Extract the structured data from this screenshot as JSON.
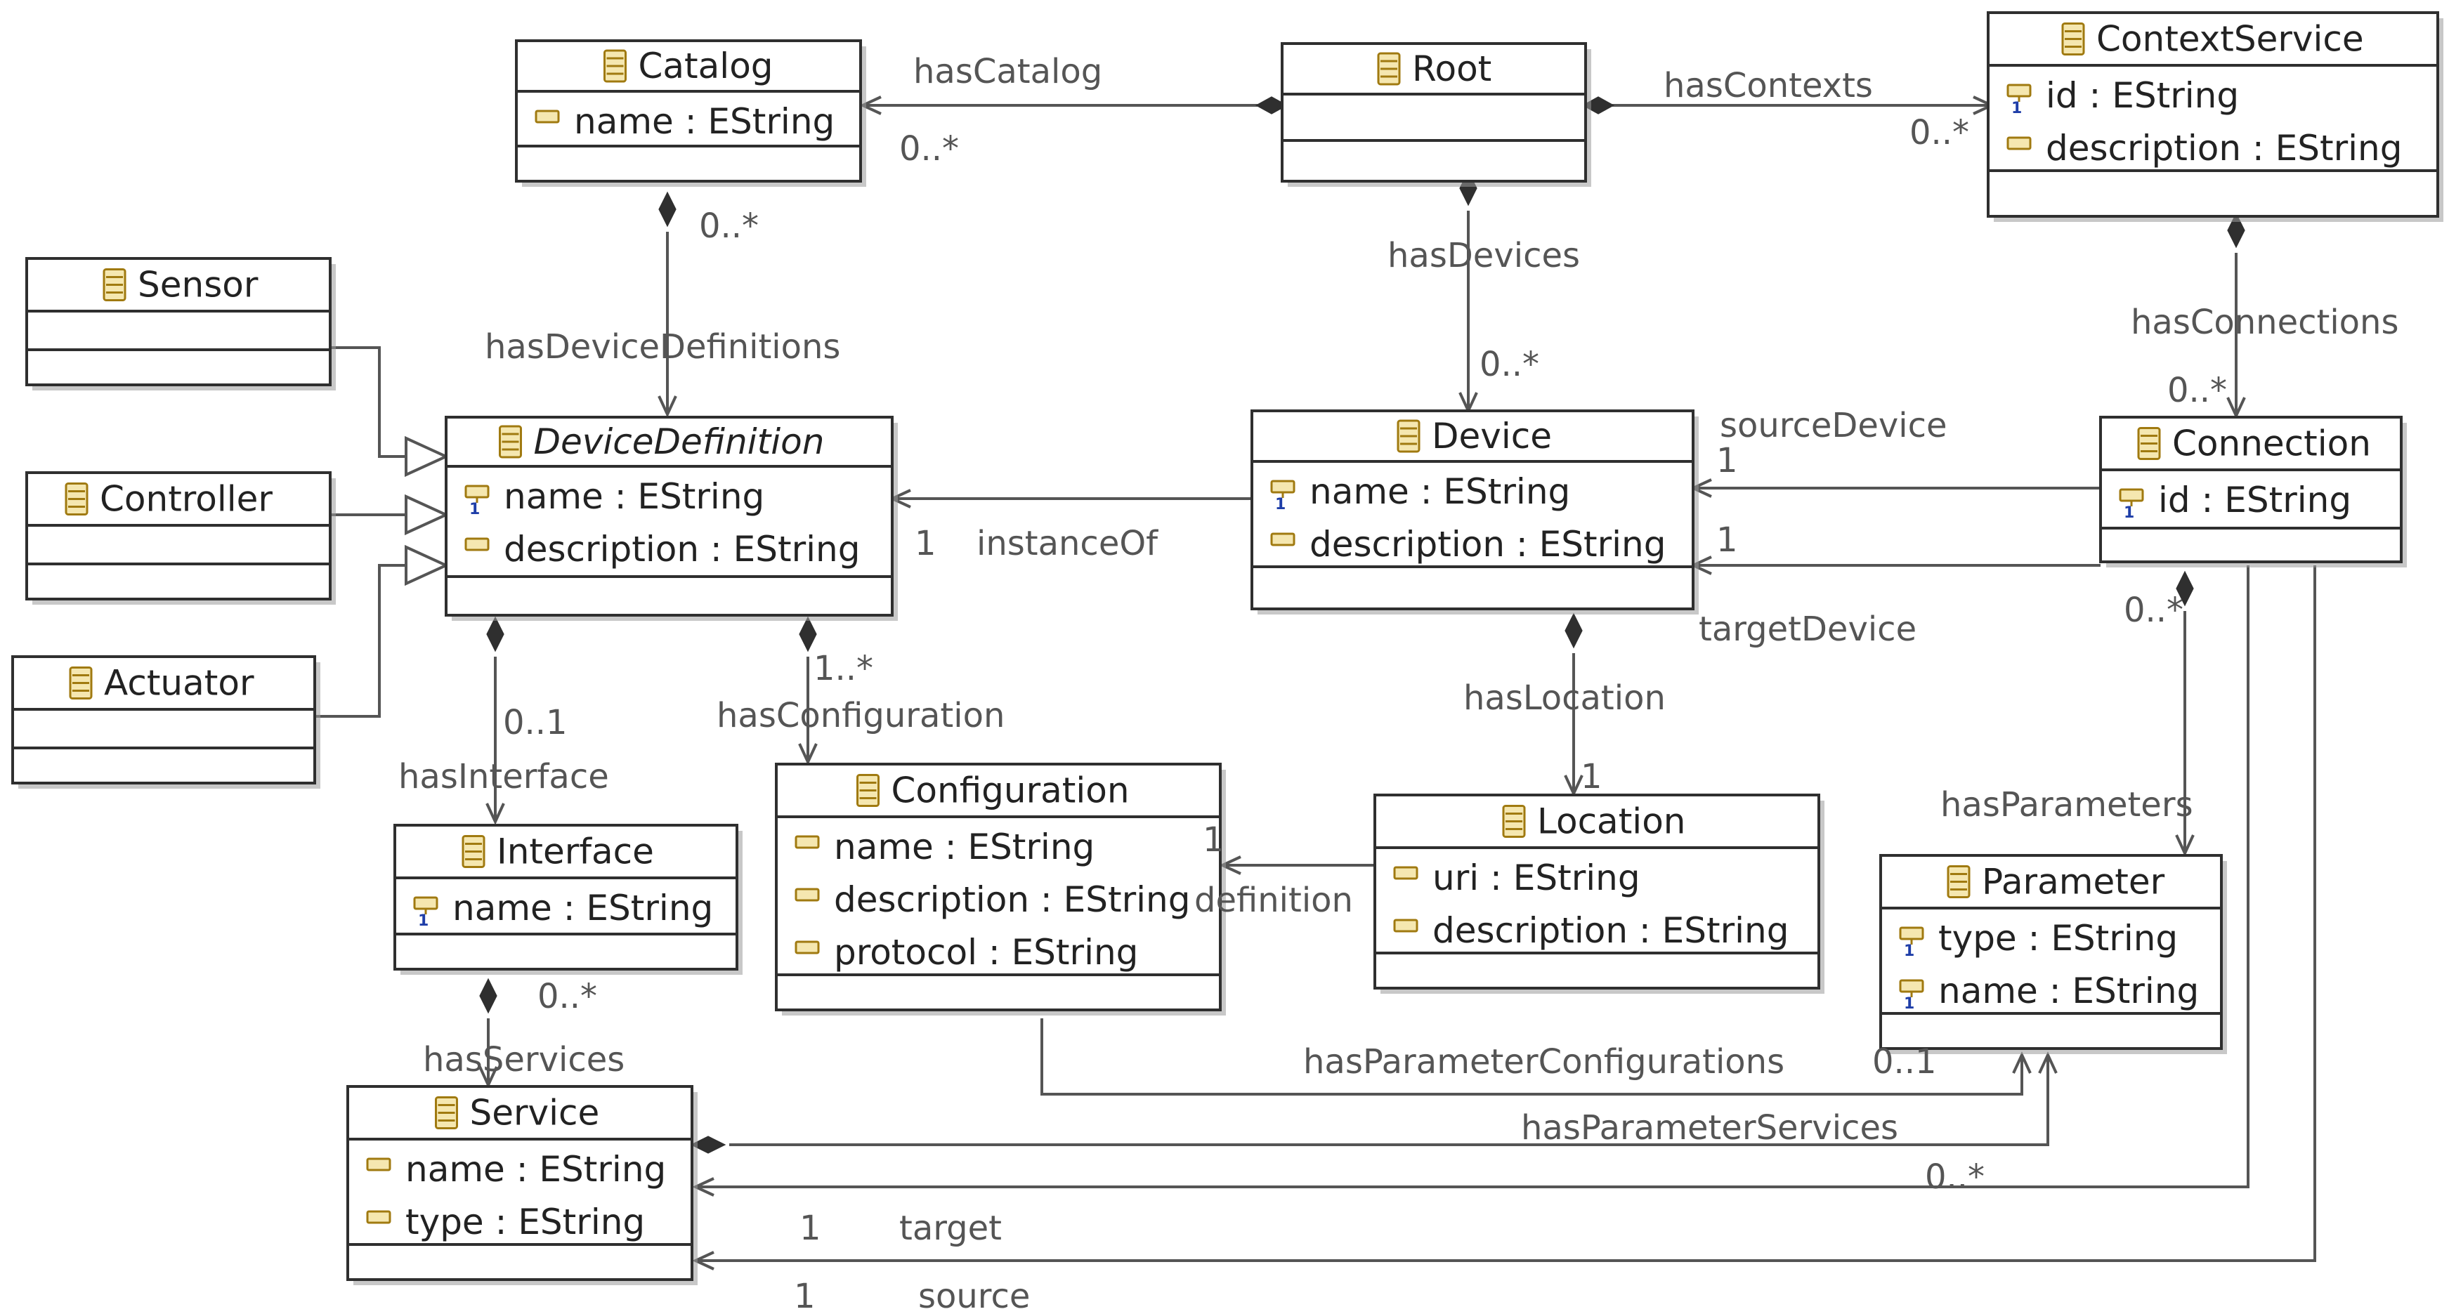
{
  "diagram": {
    "classes": [
      {
        "id": "catalog",
        "name": "Catalog",
        "abstract": false,
        "attributes": [
          {
            "text": "name : EString",
            "key": false
          }
        ]
      },
      {
        "id": "root",
        "name": "Root",
        "abstract": false,
        "attributes": []
      },
      {
        "id": "contextservice",
        "name": "ContextService",
        "abstract": false,
        "attributes": [
          {
            "text": "id : EString",
            "key": true
          },
          {
            "text": "description : EString",
            "key": false
          }
        ]
      },
      {
        "id": "sensor",
        "name": "Sensor",
        "abstract": false,
        "attributes": []
      },
      {
        "id": "controller",
        "name": "Controller",
        "abstract": false,
        "attributes": []
      },
      {
        "id": "actuator",
        "name": "Actuator",
        "abstract": false,
        "attributes": []
      },
      {
        "id": "devicedefinition",
        "name": "DeviceDefinition",
        "abstract": true,
        "attributes": [
          {
            "text": "name : EString",
            "key": true
          },
          {
            "text": "description : EString",
            "key": false
          }
        ]
      },
      {
        "id": "device",
        "name": "Device",
        "abstract": false,
        "attributes": [
          {
            "text": "name : EString",
            "key": true
          },
          {
            "text": "description : EString",
            "key": false
          }
        ]
      },
      {
        "id": "connection",
        "name": "Connection",
        "abstract": false,
        "attributes": [
          {
            "text": "id : EString",
            "key": true
          }
        ]
      },
      {
        "id": "interface",
        "name": "Interface",
        "abstract": false,
        "attributes": [
          {
            "text": "name : EString",
            "key": true
          }
        ]
      },
      {
        "id": "configuration",
        "name": "Configuration",
        "abstract": false,
        "attributes": [
          {
            "text": "name : EString",
            "key": false
          },
          {
            "text": "description : EString",
            "key": false
          },
          {
            "text": "protocol : EString",
            "key": false
          }
        ]
      },
      {
        "id": "location",
        "name": "Location",
        "abstract": false,
        "attributes": [
          {
            "text": "uri : EString",
            "key": false
          },
          {
            "text": "description : EString",
            "key": false
          }
        ]
      },
      {
        "id": "parameter",
        "name": "Parameter",
        "abstract": false,
        "attributes": [
          {
            "text": "type : EString",
            "key": true
          },
          {
            "text": "name : EString",
            "key": true
          }
        ]
      },
      {
        "id": "service",
        "name": "Service",
        "abstract": false,
        "attributes": [
          {
            "text": "name : EString",
            "key": false
          },
          {
            "text": "type : EString",
            "key": false
          }
        ]
      }
    ],
    "labels": [
      {
        "id": "hasCatalog",
        "text": "hasCatalog"
      },
      {
        "id": "hasCatalog-mult",
        "text": "0..*"
      },
      {
        "id": "hasContexts",
        "text": "hasContexts"
      },
      {
        "id": "hasContexts-mult",
        "text": "0..*"
      },
      {
        "id": "hasDeviceDefinitions-mult",
        "text": "0..*"
      },
      {
        "id": "hasDeviceDefinitions",
        "text": "hasDeviceDefinitions"
      },
      {
        "id": "hasDevices",
        "text": "hasDevices"
      },
      {
        "id": "hasDevices-mult",
        "text": "0..*"
      },
      {
        "id": "hasConnections",
        "text": "hasConnections"
      },
      {
        "id": "hasConnections-mult",
        "text": "0..*"
      },
      {
        "id": "sourceDevice",
        "text": "sourceDevice"
      },
      {
        "id": "sourceDevice-mult",
        "text": "1"
      },
      {
        "id": "targetDevice-mult",
        "text": "1"
      },
      {
        "id": "targetDevice",
        "text": "targetDevice"
      },
      {
        "id": "instanceOf-mult",
        "text": "1"
      },
      {
        "id": "instanceOf",
        "text": "instanceOf"
      },
      {
        "id": "hasInterface-mult",
        "text": "0..1"
      },
      {
        "id": "hasInterface",
        "text": "hasInterface"
      },
      {
        "id": "hasConfiguration-mult",
        "text": "1..*"
      },
      {
        "id": "hasConfiguration",
        "text": "hasConfiguration"
      },
      {
        "id": "hasLocation",
        "text": "hasLocation"
      },
      {
        "id": "hasLocation-mult",
        "text": "1"
      },
      {
        "id": "hasParameters-mult",
        "text": "0..*"
      },
      {
        "id": "hasParameters",
        "text": "hasParameters"
      },
      {
        "id": "definition-mult",
        "text": "1"
      },
      {
        "id": "definition",
        "text": "definition"
      },
      {
        "id": "hasServices-mult",
        "text": "0..*"
      },
      {
        "id": "hasServices",
        "text": "hasServices"
      },
      {
        "id": "hasParameterConfigurations",
        "text": "hasParameterConfigurations"
      },
      {
        "id": "hasParameterConfigurations-mult",
        "text": "0..1"
      },
      {
        "id": "hasParameterServices",
        "text": "hasParameterServices"
      },
      {
        "id": "target-many",
        "text": "0..*"
      },
      {
        "id": "target-mult",
        "text": "1"
      },
      {
        "id": "target",
        "text": "target"
      },
      {
        "id": "source-mult",
        "text": "1"
      },
      {
        "id": "source",
        "text": "source"
      }
    ]
  },
  "colors": {
    "class_border": "#2f2f2f",
    "edge": "#555555",
    "icon_fill": "#f5e7b0",
    "icon_stroke": "#a07a10",
    "key_badge": "#1f3ea8"
  }
}
